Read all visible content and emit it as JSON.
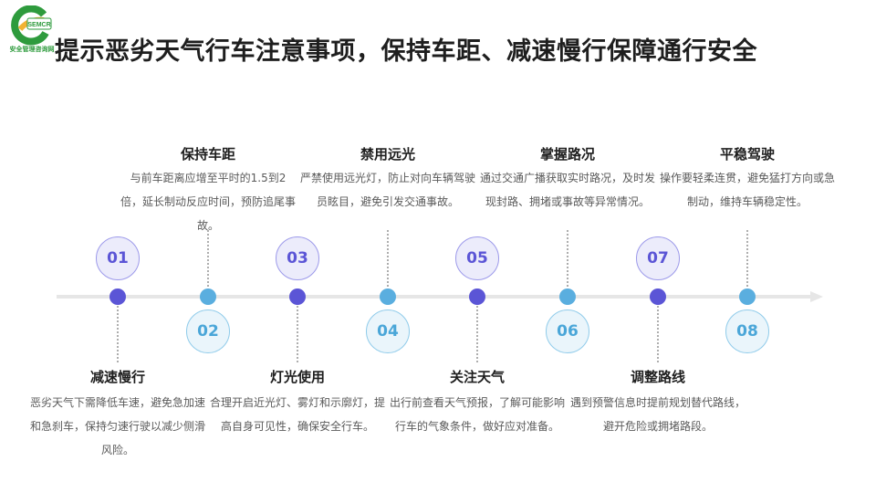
{
  "header": {
    "title": "提示恶劣天气行车注意事项，保持车距、减速慢行保障通行安全",
    "logo_text": "安全管理咨询网",
    "logo_badge": "SEMCR"
  },
  "colors": {
    "odd_dot": "#5b55d6",
    "even_dot": "#5aaedf",
    "axis": "#e6e6e6"
  },
  "steps": [
    {
      "num": "01",
      "title": "减速慢行",
      "desc": "恶劣天气下需降低车速，避免急加速和急刹车，保持匀速行驶以减少侧滑风险。"
    },
    {
      "num": "02",
      "title": "保持车距",
      "desc": "与前车距离应增至平时的1.5到2倍，延长制动反应时间，预防追尾事故。"
    },
    {
      "num": "03",
      "title": "灯光使用",
      "desc": "合理开启近光灯、雾灯和示廓灯，提高自身可见性，确保安全行车。"
    },
    {
      "num": "04",
      "title": "禁用远光",
      "desc": "严禁使用远光灯，防止对向车辆驾驶员眩目，避免引发交通事故。"
    },
    {
      "num": "05",
      "title": "关注天气",
      "desc": "出行前查看天气预报，了解可能影响行车的气象条件，做好应对准备。"
    },
    {
      "num": "06",
      "title": "掌握路况",
      "desc": "通过交通广播获取实时路况，及时发现封路、拥堵或事故等异常情况。"
    },
    {
      "num": "07",
      "title": "调整路线",
      "desc": "遇到预警信息时提前规划替代路线，避开危险或拥堵路段。"
    },
    {
      "num": "08",
      "title": "平稳驾驶",
      "desc": "操作要轻柔连贯，避免猛打方向或急制动，维持车辆稳定性。"
    }
  ]
}
